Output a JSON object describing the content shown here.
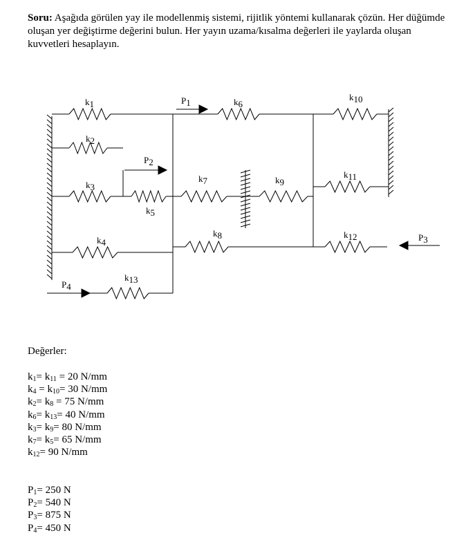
{
  "question": {
    "label": "Soru:",
    "text": "Aşağıda görülen yay ile modellenmiş sistemi, rijitlik yöntemi kullanarak çözün. Her düğümde oluşan yer değiştirme değerini bulun. Her yayın uzama/kısalma değerleri ile yaylarda oluşan kuvvetleri hesaplayın."
  },
  "diagram": {
    "springs": [
      {
        "id": "k1",
        "base": "k",
        "sub": "1"
      },
      {
        "id": "k2",
        "base": "k",
        "sub": "2"
      },
      {
        "id": "k3",
        "base": "k",
        "sub": "3"
      },
      {
        "id": "k4",
        "base": "k",
        "sub": "4"
      },
      {
        "id": "k5",
        "base": "k",
        "sub": "5"
      },
      {
        "id": "k6",
        "base": "k",
        "sub": "6"
      },
      {
        "id": "k7",
        "base": "k",
        "sub": "7"
      },
      {
        "id": "k8",
        "base": "k",
        "sub": "8"
      },
      {
        "id": "k9",
        "base": "k",
        "sub": "9"
      },
      {
        "id": "k10",
        "base": "k",
        "sub": "10"
      },
      {
        "id": "k11",
        "base": "k",
        "sub": "11"
      },
      {
        "id": "k12",
        "base": "k",
        "sub": "12"
      },
      {
        "id": "k13",
        "base": "k",
        "sub": "13"
      }
    ],
    "loads": [
      {
        "id": "P1",
        "base": "P",
        "sub": "1",
        "direction": "right"
      },
      {
        "id": "P2",
        "base": "P",
        "sub": "2",
        "direction": "right"
      },
      {
        "id": "P3",
        "base": "P",
        "sub": "3",
        "direction": "left"
      },
      {
        "id": "P4",
        "base": "P",
        "sub": "4",
        "direction": "right"
      }
    ]
  },
  "values_heading": "Değerler:",
  "stiffness_values": [
    {
      "items": [
        {
          "base": "k",
          "sub": "1"
        },
        {
          "base": "k",
          "sub": "11"
        }
      ],
      "seps": [
        "= ",
        " = "
      ],
      "value": "20 N/mm"
    },
    {
      "items": [
        {
          "base": "k",
          "sub": "4"
        },
        {
          "base": "k",
          "sub": "10"
        }
      ],
      "seps": [
        " = ",
        "= "
      ],
      "value": "30 N/mm"
    },
    {
      "items": [
        {
          "base": "k",
          "sub": "2"
        },
        {
          "base": "k",
          "sub": "8"
        }
      ],
      "seps": [
        "= ",
        " = "
      ],
      "value": "75 N/mm"
    },
    {
      "items": [
        {
          "base": "k",
          "sub": "6"
        },
        {
          "base": "k",
          "sub": "13"
        }
      ],
      "seps": [
        "= ",
        "= "
      ],
      "value": "40 N/mm"
    },
    {
      "items": [
        {
          "base": "k",
          "sub": "3"
        },
        {
          "base": "k",
          "sub": "9"
        }
      ],
      "seps": [
        "= ",
        "= "
      ],
      "value": "80 N/mm"
    },
    {
      "items": [
        {
          "base": "k",
          "sub": "7"
        },
        {
          "base": "k",
          "sub": "5"
        }
      ],
      "seps": [
        "= ",
        "= "
      ],
      "value": "65 N/mm"
    },
    {
      "items": [
        {
          "base": "k",
          "sub": "12"
        }
      ],
      "seps": [
        "= "
      ],
      "value": "90 N/mm"
    }
  ],
  "load_values": [
    {
      "items": [
        {
          "base": "P",
          "sub": "1"
        }
      ],
      "seps": [
        "= "
      ],
      "value": "250 N"
    },
    {
      "items": [
        {
          "base": "P",
          "sub": "2"
        }
      ],
      "seps": [
        "= "
      ],
      "value": "540 N"
    },
    {
      "items": [
        {
          "base": "P",
          "sub": "3"
        }
      ],
      "seps": [
        "= "
      ],
      "value": "875 N"
    },
    {
      "items": [
        {
          "base": "P",
          "sub": "4"
        }
      ],
      "seps": [
        "= "
      ],
      "value": "450 N"
    }
  ]
}
